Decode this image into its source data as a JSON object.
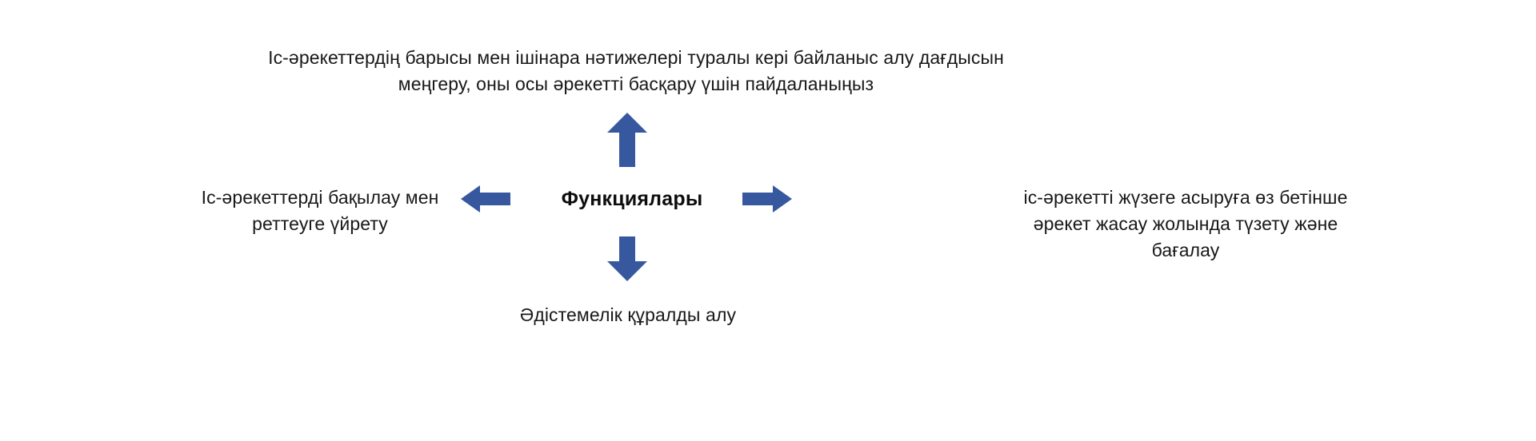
{
  "diagram": {
    "title": "Функциялары",
    "accent_color": "#37589f",
    "text_color": "#181818",
    "background_color": "#ffffff",
    "center": {
      "label": "Функциялары"
    },
    "nodes": [
      {
        "id": "top",
        "position": "top",
        "text": "Іс-әрекеттердің барысы мен ішінара нәтижелері туралы кері байланыс алу дағдысын меңгеру, оны осы әрекетті басқару үшін пайдаланыңыз",
        "lines": [
          "Іс-әрекеттердің барысы мен ішінара нәтижелері туралы кері байланыс алу дағдысын",
          "меңгеру, оны осы әрекетті басқару үшін пайдаланыңыз"
        ]
      },
      {
        "id": "left",
        "position": "left",
        "text": "Іс-әрекеттерді бақылау мен реттеуге үйрету",
        "lines": [
          "Іс-әрекеттерді бақылау",
          "мен реттеуге үйрету"
        ]
      },
      {
        "id": "right",
        "position": "right",
        "text": "іс-әрекетті жүзеге асыруға өз бетінше әрекет жасау жолында түзету және бағалау",
        "lines": [
          "іс-әрекетті жүзеге асыруға өз бетінше",
          "әрекет жасау жолында түзету және",
          "бағалау"
        ]
      },
      {
        "id": "bottom",
        "position": "bottom",
        "text": "Әдістемелік құралды алу",
        "lines": [
          "Әдістемелік құралды алу"
        ]
      }
    ],
    "arrows": [
      {
        "id": "up",
        "direction": "up",
        "color": "#37589f"
      },
      {
        "id": "down",
        "direction": "down",
        "color": "#37589f"
      },
      {
        "id": "left",
        "direction": "left",
        "color": "#37589f"
      },
      {
        "id": "right",
        "direction": "right",
        "color": "#37589f"
      }
    ]
  }
}
